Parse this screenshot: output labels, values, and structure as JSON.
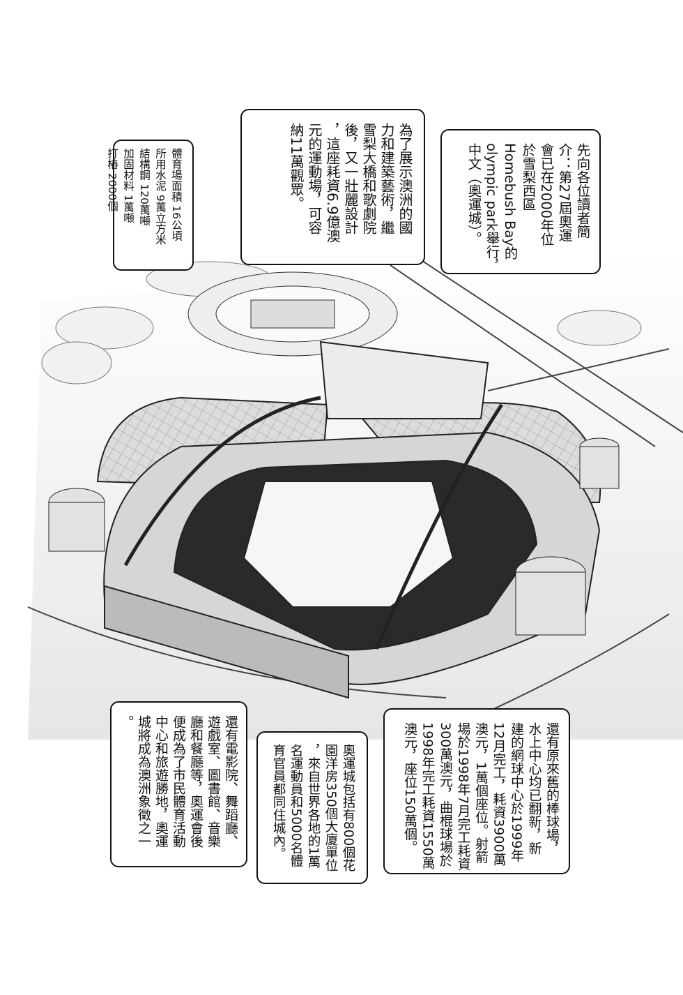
{
  "captions": {
    "stats": [
      "體育場面積 16公頃",
      "所用水泥 9萬立方米",
      "結構鋼 120萬噸",
      "加固材料 1萬噸",
      "打樁 2000個"
    ],
    "purpose": [
      "為了展示澳洲的國",
      "力和建築藝術，繼",
      "雪梨大橋和歌劇院",
      "後，又一壯麗設計",
      "，這座耗資6.9億澳",
      "元的運動場，可容",
      "納11萬觀眾。"
    ],
    "intro": [
      "先向各位讀者簡",
      "介：第27屆奧運",
      "會已在2000年位",
      "於雪梨西區",
      "Homebush Bay的",
      "olympic park舉行，",
      "中文（奧運城）。"
    ],
    "facilities": [
      "還有電影院、舞蹈廳、",
      "遊戲室、圖書館、音樂",
      "廳和餐廳等，奧運會後",
      "便成為了市民體育活動",
      "中心和旅遊勝地，奧運",
      "城將成為澳洲象徵之一",
      "。"
    ],
    "village": [
      "奧運城包括有800個花",
      "園洋房350個大廈單位",
      "，來自世界各地的1萬",
      "名運動員和5000名體",
      "育官員都同住城內。"
    ],
    "venues": [
      "還有原來舊的棒球場，",
      "水上中心均已翻新，新",
      "建的網球中心於1999年",
      "12月完工，耗資3900萬",
      "澳元，1萬個座位。射箭",
      "場於1998年7月完工耗資",
      "300萬澳元，曲棍球場於",
      "1998年完工耗資1550萬",
      "澳元，座位150萬個。"
    ]
  }
}
